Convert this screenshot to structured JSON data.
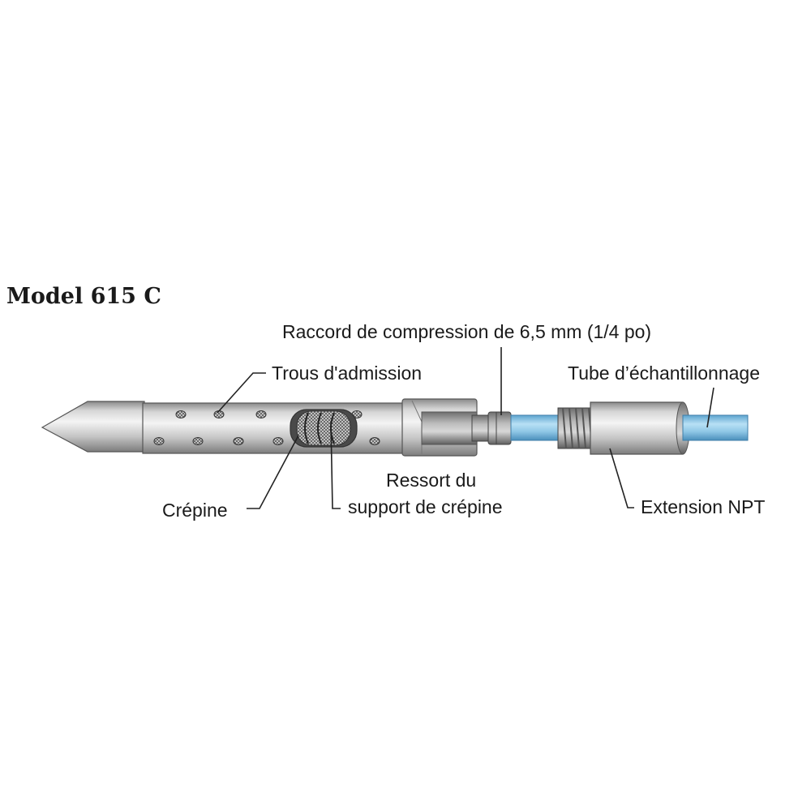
{
  "title": "Model 615 C",
  "labels": {
    "raccord": "Raccord de compression de 6,5 mm (1/4 po)",
    "trous": "Trous d'admission",
    "tube": "Tube d’échantillonnage",
    "ressort_line1": "Ressort du",
    "ressort_line2": "support de crépine",
    "crepine": "Crépine",
    "extension": "Extension NPT"
  },
  "colors": {
    "steel": "#b9b9b9",
    "steel_dark": "#7a7a7a",
    "tubing": "#8fc7e6",
    "leader": "#222222"
  }
}
